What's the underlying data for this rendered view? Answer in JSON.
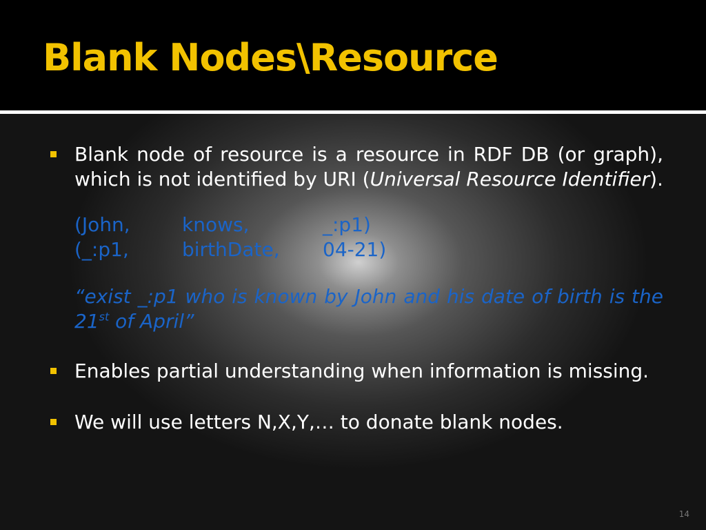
{
  "title": "Blank Nodes\\Resource",
  "bullet1": {
    "text_a": "Blank node of resource is a resource in RDF DB (or graph), which is not identified by URI (",
    "text_italic": "Universal Resource Identifier",
    "text_b": ")."
  },
  "triples": [
    {
      "s": "(John,",
      "p": "knows,",
      "o": "_:p1)"
    },
    {
      "s": "(_:p1,",
      "p": "birthDate,",
      "o": "04-21)"
    }
  ],
  "quote": {
    "text_a": "“exist _:p1 who is known by John and his date of birth is the 21",
    "sup": "st",
    "text_b": " of April”"
  },
  "bullet2": "Enables partial understanding when information is missing.",
  "bullet3": "We will use letters N,X,Y,… to donate blank nodes.",
  "page_number": "14",
  "colors": {
    "title": "#f2c200",
    "bullet_marker": "#f2c200",
    "body_text": "#ffffff",
    "example_text": "#1a64c8",
    "title_bar": "#000000"
  }
}
